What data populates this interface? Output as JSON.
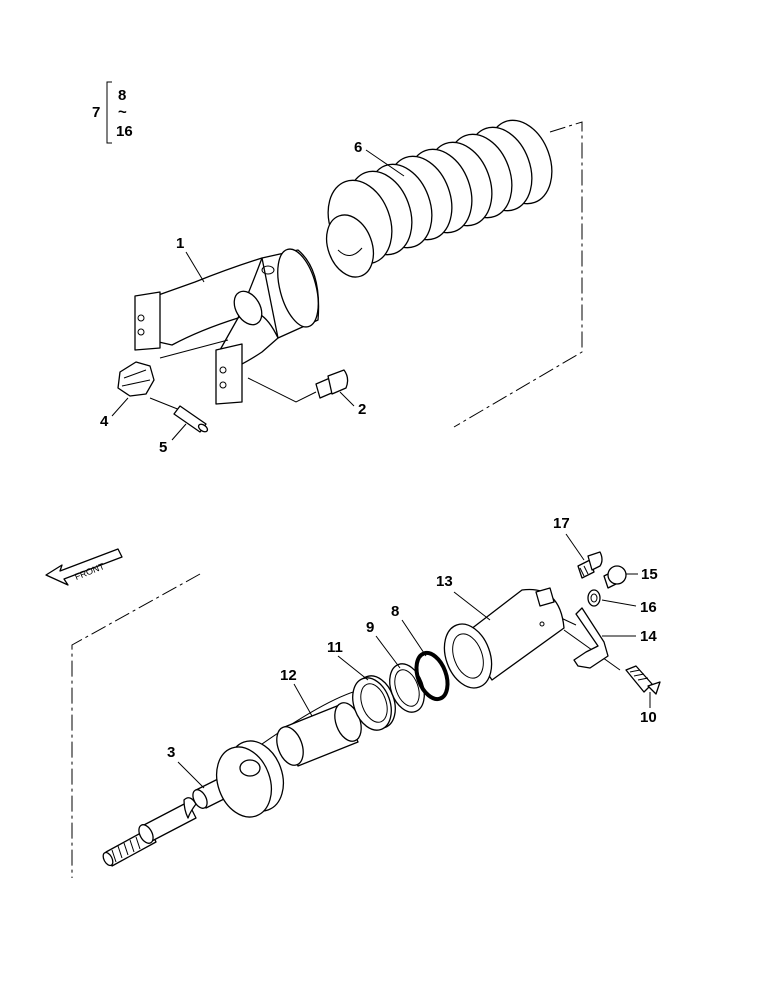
{
  "group": {
    "number": "7",
    "range_start": "8",
    "range_sep": "~",
    "range_end": "16"
  },
  "direction_arrow": "FRONT",
  "callouts": [
    "1",
    "2",
    "3",
    "4",
    "5",
    "6",
    "8",
    "9",
    "10",
    "11",
    "12",
    "13",
    "14",
    "15",
    "16",
    "17"
  ]
}
